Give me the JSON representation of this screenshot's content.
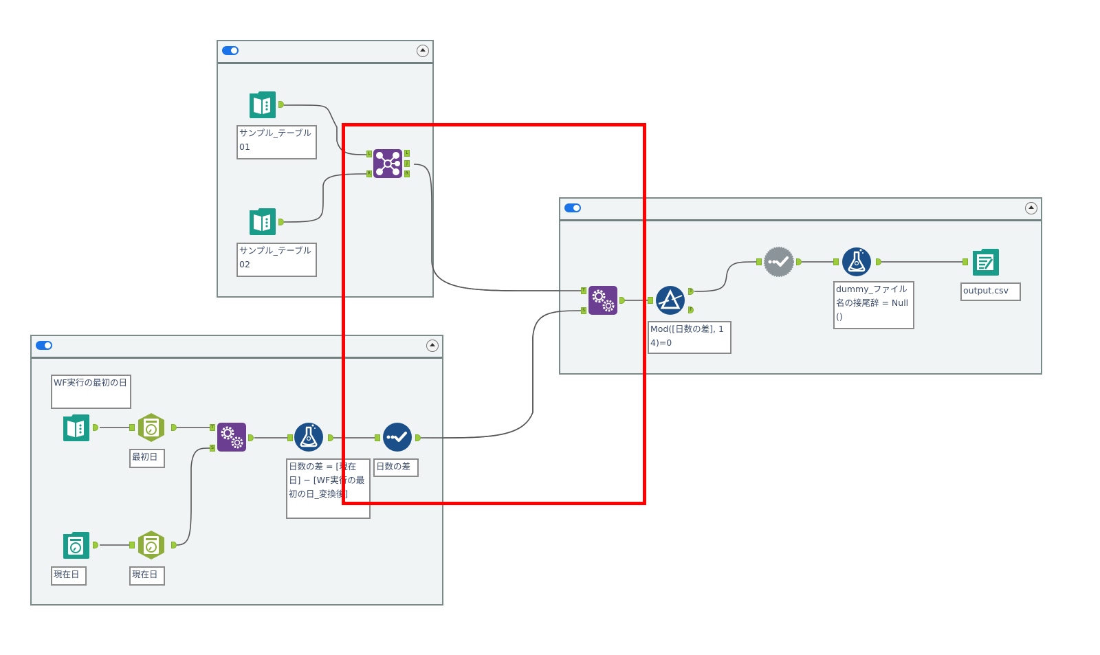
{
  "canvas": {
    "highlight_color": "#ff0000",
    "wire_color": "#555555",
    "anchor_color": "#9ccc3b"
  },
  "containers": [
    {
      "id": "container-top",
      "enabled": true,
      "collapsed": false
    },
    {
      "id": "container-bottom-left",
      "enabled": true,
      "collapsed": false
    },
    {
      "id": "container-right",
      "enabled": true,
      "collapsed": false
    }
  ],
  "tools": {
    "input_table01": {
      "type": "input-data",
      "icon": "book-icon",
      "color": "#1a9c8a",
      "label": "サンプル_テーブル01"
    },
    "input_table02": {
      "type": "input-data",
      "icon": "book-icon",
      "color": "#1a9c8a",
      "label": "サンプル_テーブル02"
    },
    "join": {
      "type": "join",
      "icon": "join-icon",
      "color": "#6b3e91",
      "anchors_in": [
        "L",
        "R"
      ],
      "anchors_out": [
        "L",
        "J",
        "R"
      ]
    },
    "input_first_day": {
      "type": "input-data",
      "icon": "book-icon",
      "color": "#1a9c8a",
      "label": "WF実行の最初の日"
    },
    "datetime_first": {
      "type": "datetime",
      "icon": "clock-icon",
      "color": "#8fad3a",
      "label": "最初日"
    },
    "append_left": {
      "type": "append-fields",
      "icon": "gears-icon",
      "color": "#6b3e91",
      "anchors_in": [
        "T",
        "S"
      ]
    },
    "formula_diff": {
      "type": "formula",
      "icon": "flask-icon",
      "color": "#1b4f8a",
      "label": "日数の差 = [現在日] − [WF実行の最初の日_変換後]"
    },
    "select_diff": {
      "type": "select",
      "icon": "check-icon",
      "color": "#1b4f8a",
      "label": "日数の差"
    },
    "datetime_now_input": {
      "type": "date-time-now",
      "icon": "clock-icon",
      "color": "#1a9c8a",
      "label": "現在日"
    },
    "datetime_now": {
      "type": "datetime",
      "icon": "clock-icon",
      "color": "#8fad3a",
      "label": "現在日"
    },
    "append_right": {
      "type": "append-fields",
      "icon": "gears-icon",
      "color": "#6b3e91",
      "anchors_in": [
        "T",
        "S"
      ]
    },
    "filter": {
      "type": "filter",
      "icon": "filter-icon",
      "color": "#1b4f8a",
      "label": "Mod([日数の差], 14)=0",
      "anchors_out": [
        "T",
        "F"
      ]
    },
    "test_disabled": {
      "type": "test",
      "icon": "check-gear-icon",
      "color": "#8a9499"
    },
    "formula_null": {
      "type": "formula",
      "icon": "flask-icon",
      "color": "#1b4f8a",
      "label": "dummy_ファイル名の接尾辞 = Null()"
    },
    "output_csv": {
      "type": "output-data",
      "icon": "output-icon",
      "color": "#1a9c8a",
      "label": "output.csv"
    }
  }
}
